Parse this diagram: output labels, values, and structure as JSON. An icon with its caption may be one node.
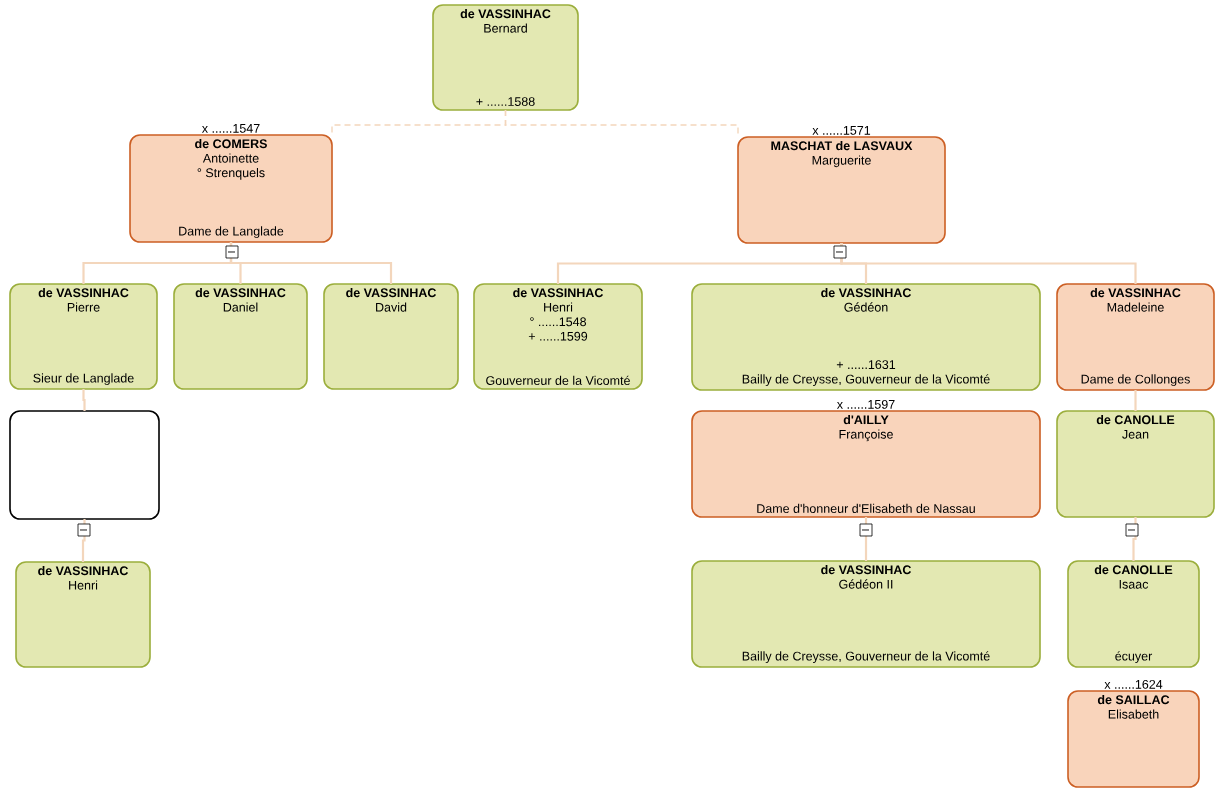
{
  "diagram": {
    "nodes": [
      {
        "text": [
          "de VASSINHAC",
          "Bernard",
          "+ ......1588"
        ]
      },
      {
        "text": [
          "de COMERS",
          "Antoinette",
          "° Strenquels",
          "Dame de Langlade"
        ],
        "beside": [
          "x ......1547"
        ]
      },
      {
        "text": [
          "MASCHAT de LASVAUX",
          "Marguerite"
        ],
        "beside": [
          "x ......1571"
        ]
      },
      {
        "text": [
          "de VASSINHAC",
          "Pierre",
          "Sieur de Langlade"
        ]
      },
      {
        "text": [
          "de VASSINHAC",
          "Daniel"
        ]
      },
      {
        "text": [
          "de VASSINHAC",
          "David"
        ]
      },
      {
        "text": [
          "de VASSINHAC",
          "Henri",
          "° ......1548",
          "+ ......1599",
          "Gouverneur de la Vicomté"
        ]
      },
      {
        "text": [
          "de VASSINHAC",
          "Gédéon",
          "+ ......1631",
          "Bailly de Creysse, Gouverneur de la Vicomté"
        ]
      },
      {
        "text": [
          "de VASSINHAC",
          "Madeleine",
          "Dame de Collonges"
        ]
      },
      {
        "text": [],
        "shape": "box"
      },
      {
        "text": [
          "de VASSINHAC",
          "Henri"
        ]
      },
      {
        "text": [
          "d'AILLY",
          "Françoise",
          "Dame d'honneur d'Elisabeth de Nassau"
        ],
        "beside": [
          "x ......1597"
        ]
      },
      {
        "text": [
          "de CANOLLE",
          "Jean"
        ]
      },
      {
        "text": [
          "de VASSINHAC",
          "Gédéon II",
          "Bailly de Creysse, Gouverneur de la Vicomté"
        ]
      },
      {
        "text": [
          "de CANOLLE",
          "Isaac",
          "écuyer"
        ]
      },
      {
        "text": [
          "de SAILLAC",
          "Elisabeth"
        ],
        "beside": [
          "x ......1624"
        ]
      }
    ],
    "edges": [
      {
        "from": 0,
        "to": 1,
        "arrow": "none",
        "style": "dashed"
      },
      {
        "from": 0,
        "to": 2,
        "arrow": "none",
        "style": "dashed"
      },
      {
        "from": 1,
        "to": 3,
        "arrow": "none"
      },
      {
        "from": 1,
        "to": 4,
        "arrow": "none"
      },
      {
        "from": 1,
        "to": 5,
        "arrow": "none"
      },
      {
        "from": 2,
        "to": 6,
        "arrow": "none"
      },
      {
        "from": 2,
        "to": 7,
        "arrow": "none"
      },
      {
        "from": 2,
        "to": 8,
        "arrow": "none"
      },
      {
        "from": 3,
        "to": 9,
        "arrow": "none"
      },
      {
        "from": 9,
        "to": 10,
        "arrow": "none"
      },
      {
        "from": 8,
        "to": 12,
        "arrow": "none"
      },
      {
        "from": 11,
        "to": 13,
        "arrow": "none"
      },
      {
        "from": 12,
        "to": 14,
        "arrow": "none"
      }
    ]
  }
}
